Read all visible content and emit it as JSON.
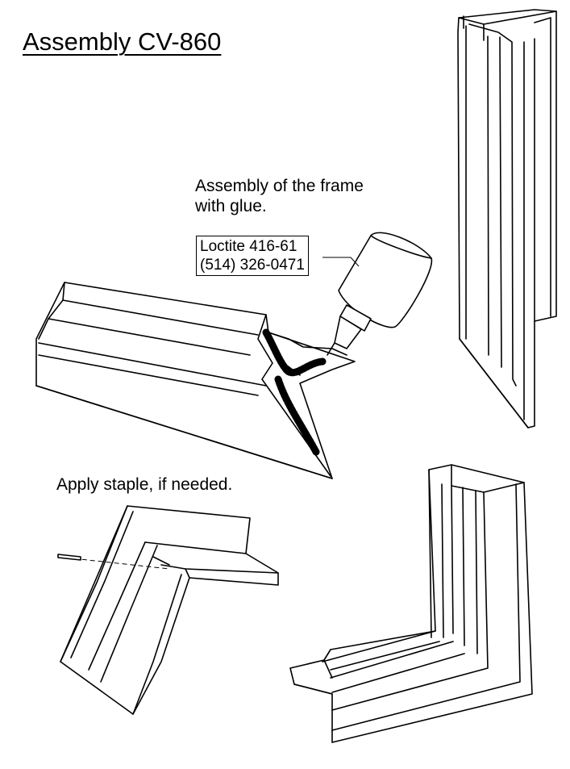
{
  "title": "Assembly CV-860",
  "notes": {
    "glue": [
      "Assembly of the frame",
      "with glue."
    ],
    "staple": "Apply staple, if needed."
  },
  "label": {
    "product": "Loctite 416-61",
    "phone": "(514) 326-0471"
  }
}
